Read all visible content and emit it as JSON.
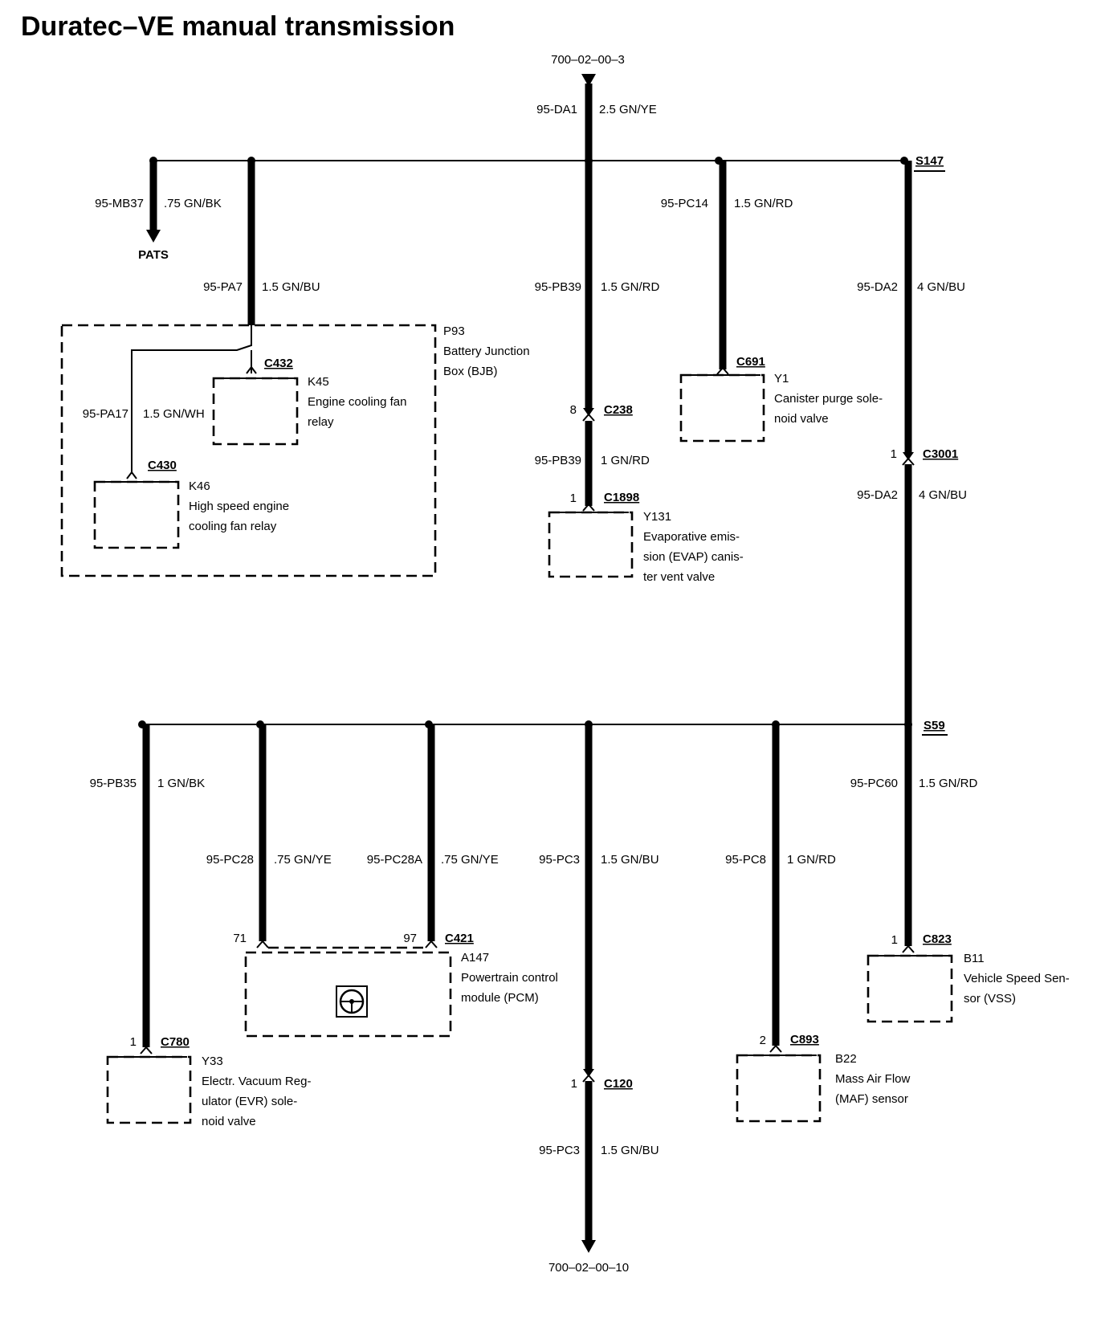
{
  "title": "Duratec–VE manual transmission",
  "ref_top": "700–02–00–3",
  "ref_bottom": "700–02–00–10",
  "top_wire": {
    "circuit": "95-DA1",
    "spec": "2.5 GN/YE"
  },
  "splice_top": "S147",
  "splice_bottom": "S59",
  "pats": {
    "circuit": "95-MB37",
    "spec": ".75 GN/BK",
    "dest": "PATS"
  },
  "p93": {
    "id": "P93",
    "desc1": "Battery Junction",
    "desc2": "Box (BJB)",
    "feed_circuit": "95-PA7",
    "feed_spec": "1.5 GN/BU",
    "k45": {
      "id": "K45",
      "connector": "C432",
      "desc1": "Engine cooling fan",
      "desc2": "relay"
    },
    "k46": {
      "id": "K46",
      "connector": "C430",
      "desc1": "High speed engine",
      "desc2": "cooling fan relay"
    },
    "link_circuit": "95-PA17",
    "link_spec": "1.5 GN/WH"
  },
  "y131": {
    "circuit1": "95-PB39",
    "spec1": "1.5 GN/RD",
    "pin_c238": "8",
    "conn_c238": "C238",
    "circuit2": "95-PB39",
    "spec2": "1 GN/RD",
    "pin": "1",
    "connector": "C1898",
    "id": "Y131",
    "desc1": "Evaporative emis-",
    "desc2": "sion (EVAP) canis-",
    "desc3": "ter vent valve"
  },
  "y1": {
    "circuit": "95-PC14",
    "spec": "1.5 GN/RD",
    "connector": "C691",
    "id": "Y1",
    "desc1": "Canister purge sole-",
    "desc2": "noid valve"
  },
  "da2": {
    "circuit1": "95-DA2",
    "spec1": "4 GN/BU",
    "pin": "1",
    "connector": "C3001",
    "circuit2": "95-DA2",
    "spec2": "4 GN/BU"
  },
  "y33": {
    "circuit": "95-PB35",
    "spec": "1 GN/BK",
    "pin": "1",
    "connector": "C780",
    "id": "Y33",
    "desc1": "Electr. Vacuum Reg-",
    "desc2": "ulator (EVR) sole-",
    "desc3": "noid valve"
  },
  "a147": {
    "circuit1": "95-PC28",
    "spec1": ".75 GN/YE",
    "circuit2": "95-PC28A",
    "spec2": ".75 GN/YE",
    "pin1": "71",
    "pin2": "97",
    "connector": "C421",
    "id": "A147",
    "desc1": "Powertrain control",
    "desc2": "module (PCM)"
  },
  "pc3": {
    "circuit1": "95-PC3",
    "spec1": "1.5 GN/BU",
    "pin": "1",
    "connector": "C120",
    "circuit2": "95-PC3",
    "spec2": "1.5 GN/BU"
  },
  "b22": {
    "circuit": "95-PC8",
    "spec": "1 GN/RD",
    "pin": "2",
    "connector": "C893",
    "id": "B22",
    "desc1": "Mass Air Flow",
    "desc2": "(MAF) sensor"
  },
  "b11": {
    "circuit": "95-PC60",
    "spec": "1.5 GN/RD",
    "pin": "1",
    "connector": "C823",
    "id": "B11",
    "desc1": "Vehicle Speed Sen-",
    "desc2": "sor (VSS)"
  }
}
